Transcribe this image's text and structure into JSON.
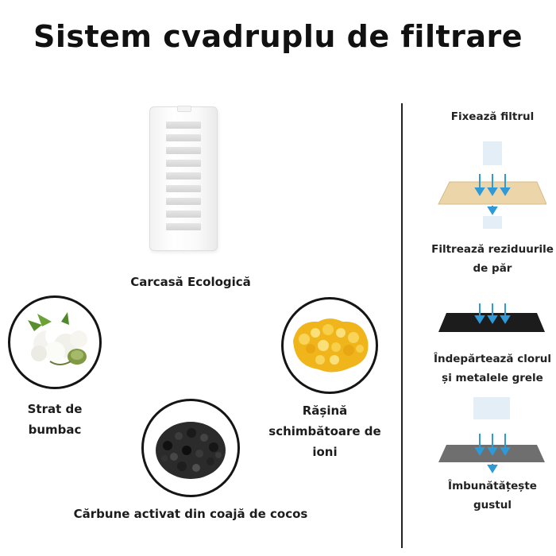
{
  "title": "Sistem cvadruplu de filtrare",
  "components": {
    "housing": "Carcasă Ecologică",
    "cotton": [
      "Strat de",
      "bumbac"
    ],
    "resin": [
      "Rășină",
      "schimbătoare de",
      "ioni"
    ],
    "carbon": "Cărbune activat din coajă de cocos"
  },
  "steps": [
    {
      "lines": [
        "Fixează filtrul"
      ]
    },
    {
      "lines": [
        "Filtrează reziduurile",
        "de păr"
      ]
    },
    {
      "lines": [
        "Îndepărtează clorul",
        "și metalele grele"
      ]
    },
    {
      "lines": [
        "Îmbunătățește",
        "gustul"
      ]
    }
  ],
  "colors": {
    "arrow": "#2f9ad8",
    "layer_beige": "#ecd6a9",
    "layer_black": "#1c1c1c",
    "layer_gray": "#6f6f6f"
  }
}
